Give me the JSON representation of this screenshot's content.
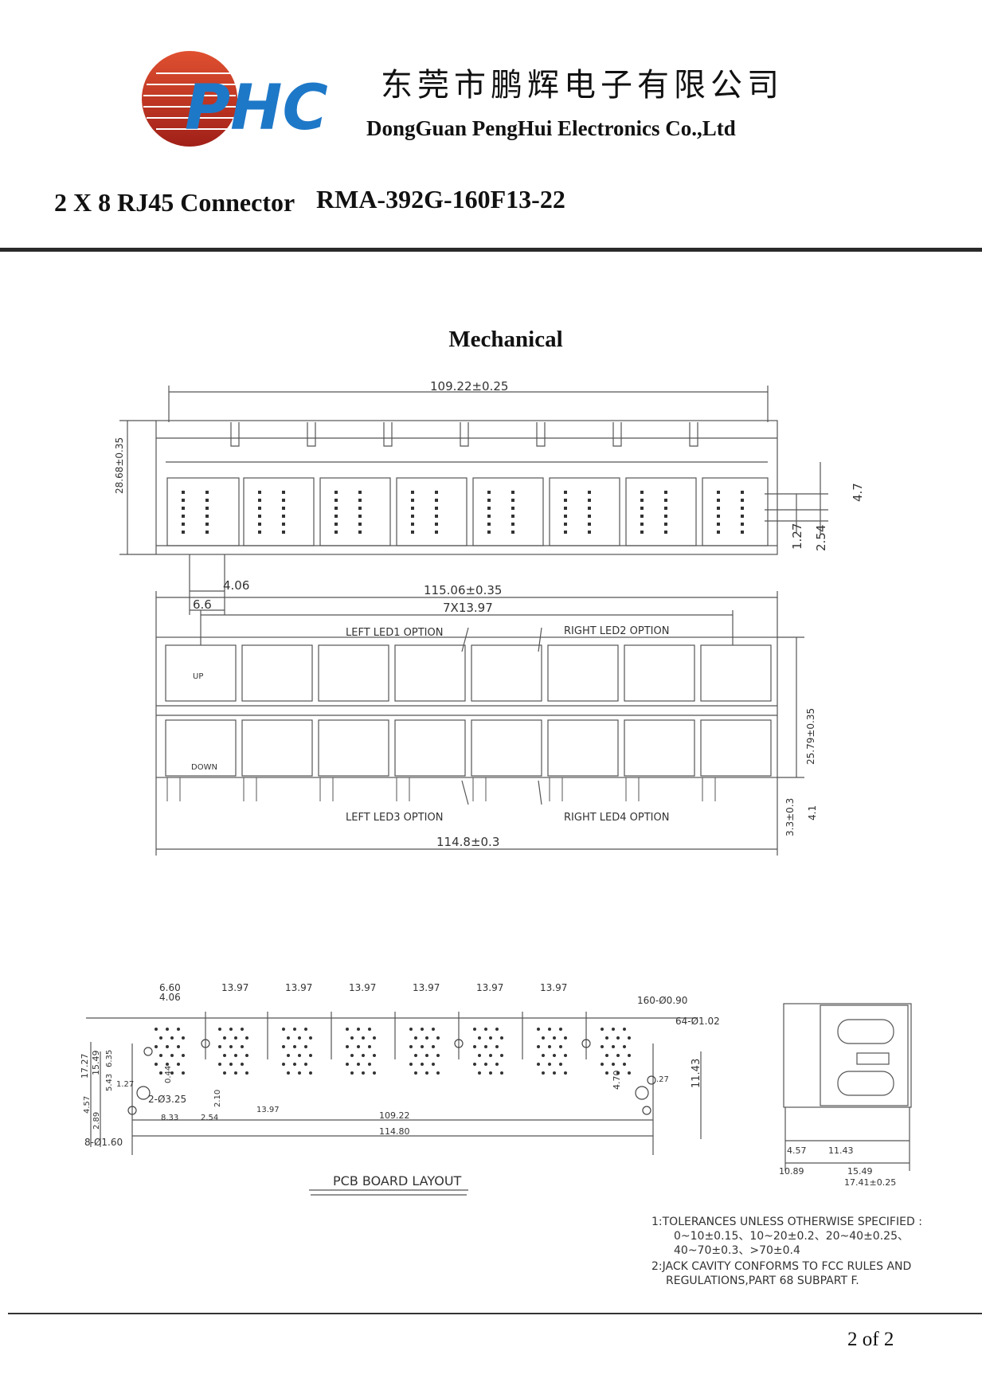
{
  "header": {
    "logo_text": "PHC",
    "company_cn": "东莞市鹏辉电子有限公司",
    "company_en": "DongGuan PengHui Electronics Co.,Ltd"
  },
  "product": {
    "title": "2 X 8 RJ45 Connector",
    "part_number": "RMA-392G-160F13-22"
  },
  "section_title": "Mechanical",
  "front_view": {
    "dim_width": "109.22±0.25",
    "dim_height": "28.68±0.35",
    "dim_a": "4.06",
    "dim_b": "6.6",
    "dim_c": "4.7",
    "dim_d": "1.27",
    "dim_e": "2.54"
  },
  "top_view": {
    "dim_overall": "115.06±0.35",
    "dim_pitch": "7X13.97",
    "label_led1": "LEFT LED1 OPTION",
    "label_led2": "RIGHT LED2 OPTION",
    "label_led3": "LEFT LED3 OPTION",
    "label_led4": "RIGHT LED4 OPTION",
    "label_up": "UP",
    "label_down": "DOWN",
    "dim_height": "25.79±0.35",
    "dim_pin": "3.3±0.3",
    "dim_pin2": "4.1",
    "dim_bottom": "114.8±0.3"
  },
  "pcb_layout": {
    "title": "PCB BOARD LAYOUT",
    "dim_660": "6.60",
    "dim_406": "4.06",
    "pitch_labels": [
      "13.97",
      "13.97",
      "13.97",
      "13.97",
      "13.97",
      "13.97"
    ],
    "hole_160": "160-Ø0.90",
    "hole_64": "64-Ø1.02",
    "hole_8": "8-Ø1.60",
    "hole_2": "2-Ø3.25",
    "dim_10922": "109.22",
    "dim_11480": "114.80",
    "dim_1727": "17.27",
    "dim_1549": "15.49",
    "dim_635": "6.35",
    "dim_543": "5.43",
    "dim_127": "1.27",
    "dim_457": "4.57",
    "dim_289": "2.89",
    "dim_833": "8.33",
    "dim_254": "2.54",
    "dim_210": "2.10",
    "dim_044": "0.44",
    "dim_1397": "13.97",
    "dim_470": "4.70",
    "dim_1143": "11.43",
    "dim_27": ".27"
  },
  "side_view": {
    "dim_457": "4.57",
    "dim_1143": "11.43",
    "dim_1089": "10.89",
    "dim_1549": "15.49",
    "dim_1741": "17.41±0.25"
  },
  "notes": {
    "line1": "1:TOLERANCES UNLESS OTHERWISE SPECIFIED :",
    "line2": "0~10±0.15、10~20±0.2、20~40±0.25、",
    "line3": "40~70±0.3、>70±0.4",
    "line4": "2:JACK CAVITY CONFORMS TO FCC RULES AND",
    "line5": "REGULATIONS,PART 68 SUBPART F."
  },
  "footer": {
    "page": "2  of  2"
  }
}
